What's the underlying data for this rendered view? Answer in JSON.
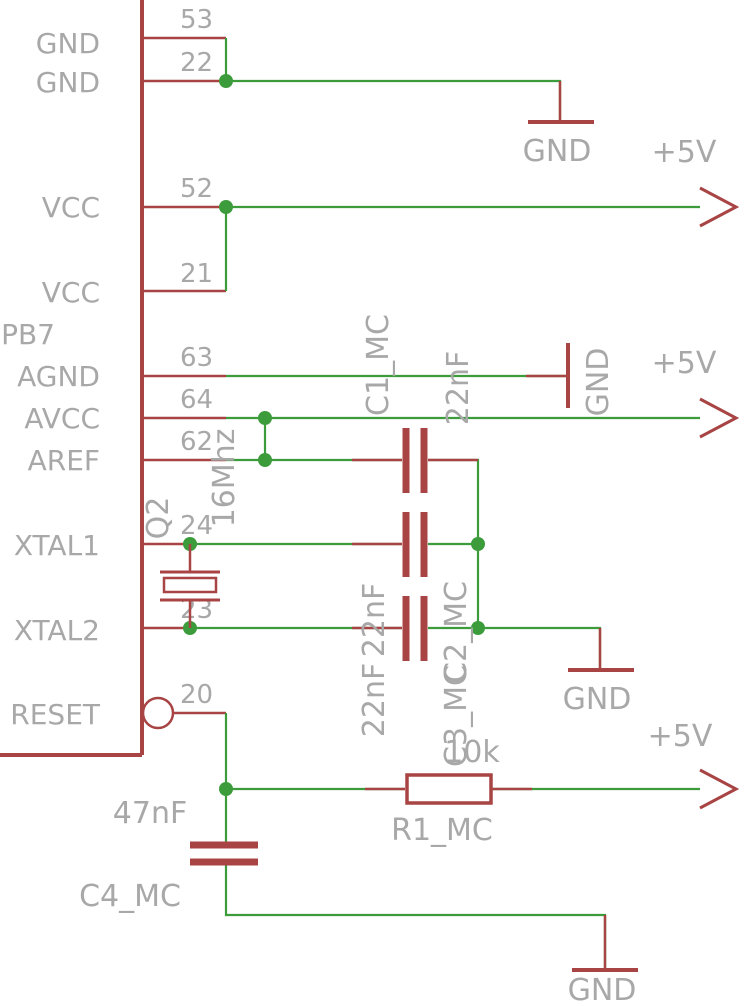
{
  "colors": {
    "part": "#a84444",
    "wire": "#3c9c3c",
    "text": "#a8a8a8",
    "background": "#ffffff"
  },
  "mcu": {
    "pins": [
      {
        "name": "GND",
        "number": "53"
      },
      {
        "name": "GND",
        "number": "22"
      },
      {
        "name": "VCC",
        "number": "52"
      },
      {
        "name": "VCC",
        "number": "21"
      },
      {
        "name": "PB7",
        "number": ""
      },
      {
        "name": "AGND",
        "number": "63"
      },
      {
        "name": "AVCC",
        "number": "64"
      },
      {
        "name": "AREF",
        "number": "62"
      },
      {
        "name": "XTAL1",
        "number": "24"
      },
      {
        "name": "XTAL2",
        "number": "23"
      },
      {
        "name": "RESET",
        "number": "20"
      }
    ]
  },
  "components": {
    "c1": {
      "name": "C1_MC",
      "value": "22nF"
    },
    "c2": {
      "name": "C2_MC",
      "value": "22nF"
    },
    "c3": {
      "name": "C3_MC",
      "value": "22nF"
    },
    "c4": {
      "name": "C4_MC",
      "value": "47nF"
    },
    "q2": {
      "name": "Q2",
      "value": "16Mhz"
    },
    "r1": {
      "name": "R1_MC",
      "value": "10k"
    }
  },
  "supplies": {
    "gnd_label": "GND",
    "vcc_label": "+5V"
  }
}
